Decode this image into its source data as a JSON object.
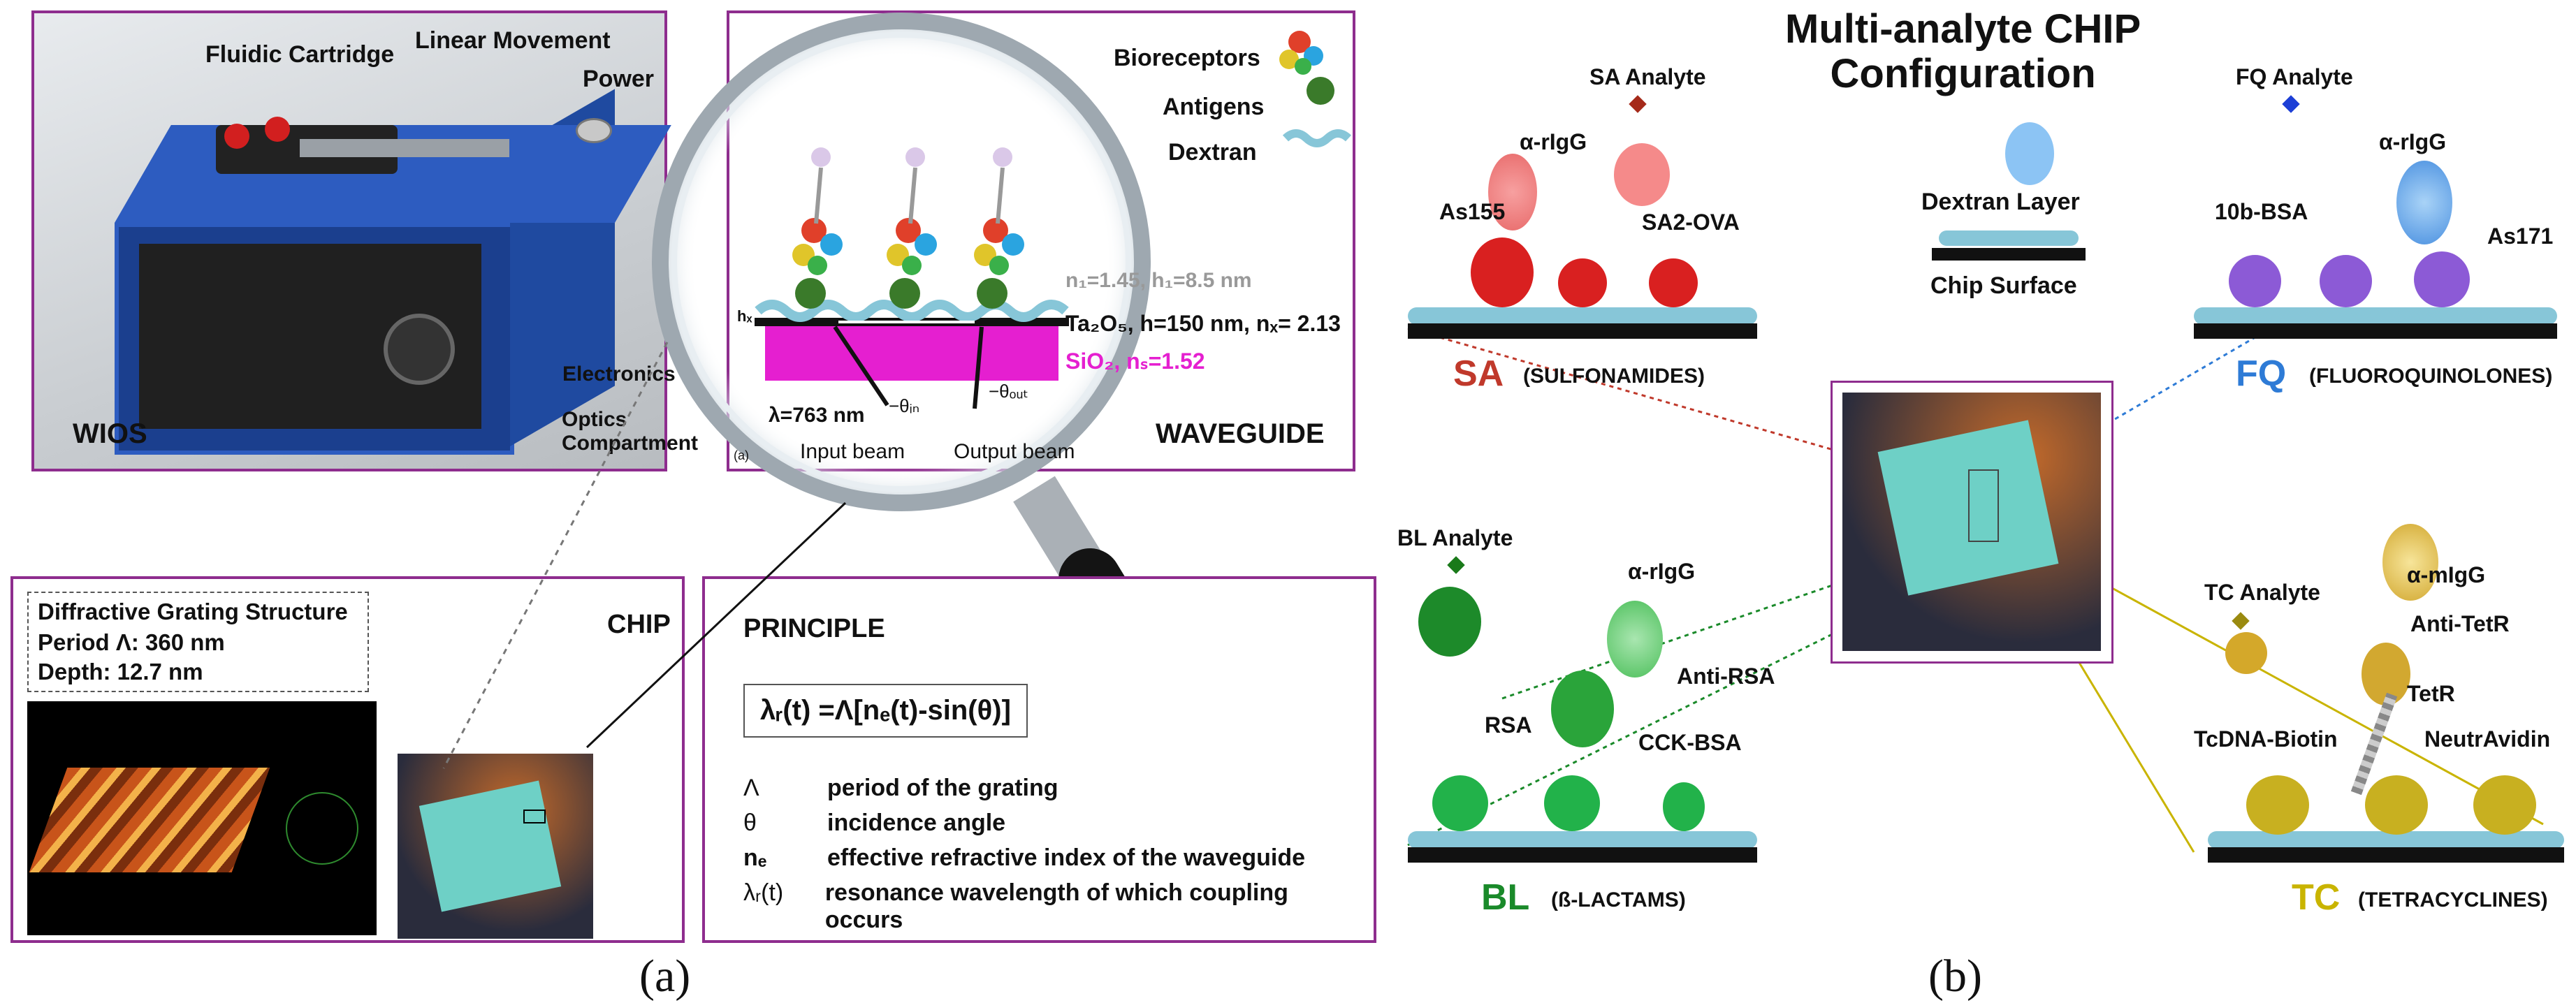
{
  "colors": {
    "frame": "#8e2d8e",
    "sa": "#c0392b",
    "fq": "#2e7bd6",
    "bl": "#1a8a2a",
    "tc": "#c9b400",
    "silica": "#e51fd0",
    "blueBox": "#1e4fa8"
  },
  "panel_a": {
    "label": "(a)",
    "wios": {
      "title": "WIOS",
      "fluidic": "Fluidic Cartridge",
      "linear": "Linear Movement",
      "power": "Power",
      "electronics": "Electronics",
      "optics": "Optics\nCompartment"
    },
    "waveguide": {
      "title": "WAVEGUIDE",
      "bioreceptors": "Bioreceptors",
      "antigens": "Antigens",
      "dextran": "Dextran",
      "n1": "n₁=1.45, h₁=8.5 nm",
      "hf": "hₓ",
      "ta": "Ta₂O₅, h=150 nm, nₓ= 2.13",
      "sio": "SiO₂, nₛ=1.52",
      "lambda": "λ=763 nm",
      "theta_in": "−θᵢₙ",
      "theta_out": "−θₒᵤₜ",
      "input": "Input beam",
      "output": "Output beam",
      "sub": "(a)"
    },
    "grating": {
      "line1": "Diffractive Grating Structure",
      "line2": "Period Λ: 360 nm",
      "line3": "Depth: 12.7 nm"
    },
    "chip": {
      "title": "CHIP"
    },
    "principle": {
      "title": "PRINCIPLE",
      "equation": "λᵣ(t) =Λ[nₑ(t)-sin(θ)]",
      "defs": [
        {
          "sym": "Λ",
          "text": "period of the grating"
        },
        {
          "sym": "θ",
          "text": "incidence angle"
        },
        {
          "sym": "nₑ",
          "text": "effective refractive index of the waveguide"
        },
        {
          "sym": "λᵣ(t)",
          "text": "resonance wavelength of which coupling occurs"
        }
      ]
    }
  },
  "panel_b": {
    "label": "(b)",
    "title": "Multi-analyte CHIP\nConfiguration",
    "dextran_layer": "Dextran Layer",
    "chip_surface": "Chip Surface",
    "sa": {
      "abbr": "SA",
      "name": "(SULFONAMIDES)",
      "analyte": "SA Analyte",
      "igg": "α-rIgG",
      "ab": "As155",
      "conj": "SA2-OVA"
    },
    "fq": {
      "abbr": "FQ",
      "name": "(FLUOROQUINOLONES)",
      "analyte": "FQ Analyte",
      "igg": "α-rIgG",
      "ab": "As171",
      "conj": "10b-BSA"
    },
    "bl": {
      "abbr": "BL",
      "name": "(ß-LACTAMS)",
      "analyte": "BL Analyte",
      "igg": "α-rIgG",
      "ab": "Anti-RSA",
      "rsa": "RSA",
      "conj": "CCK-BSA"
    },
    "tc": {
      "abbr": "TC",
      "name": "(TETRACYCLINES)",
      "analyte": "TC Analyte",
      "igg": "α-mIgG",
      "ab": "Anti-TetR",
      "tetr": "TetR",
      "dna": "TcDNA-Biotin",
      "neutr": "NeutrAvidin"
    }
  }
}
